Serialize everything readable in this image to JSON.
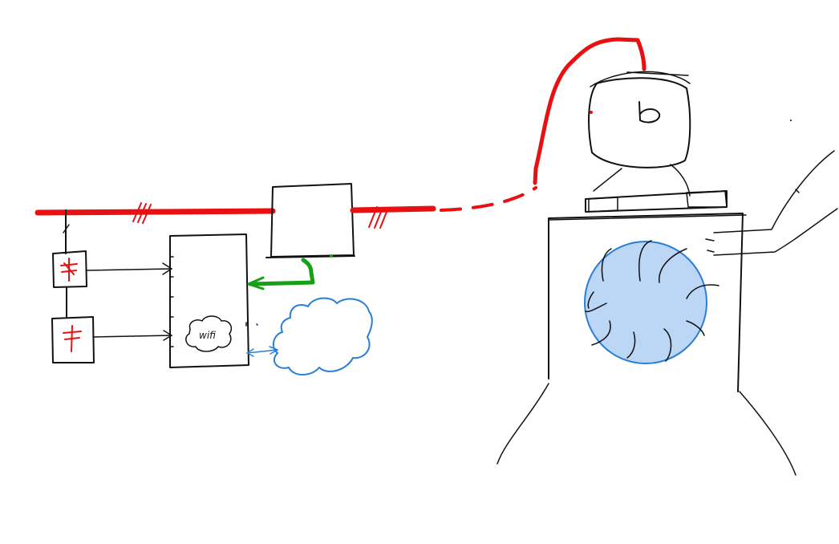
{
  "diagram": {
    "wifi_label": "wifi",
    "colors": {
      "power_line": "#e81010",
      "component": "#e81010",
      "signal_arrow": "#16a016",
      "cloud": "#2a7fd4",
      "drum_fill": "#bcd6f5",
      "drum_stroke": "#2a7fd4",
      "ink": "#111111"
    },
    "icons": [
      "power-line",
      "meter-box",
      "breaker-symbol",
      "controller-box",
      "wifi-cloud",
      "cloud",
      "washing-machine",
      "drum",
      "power-cord"
    ]
  }
}
